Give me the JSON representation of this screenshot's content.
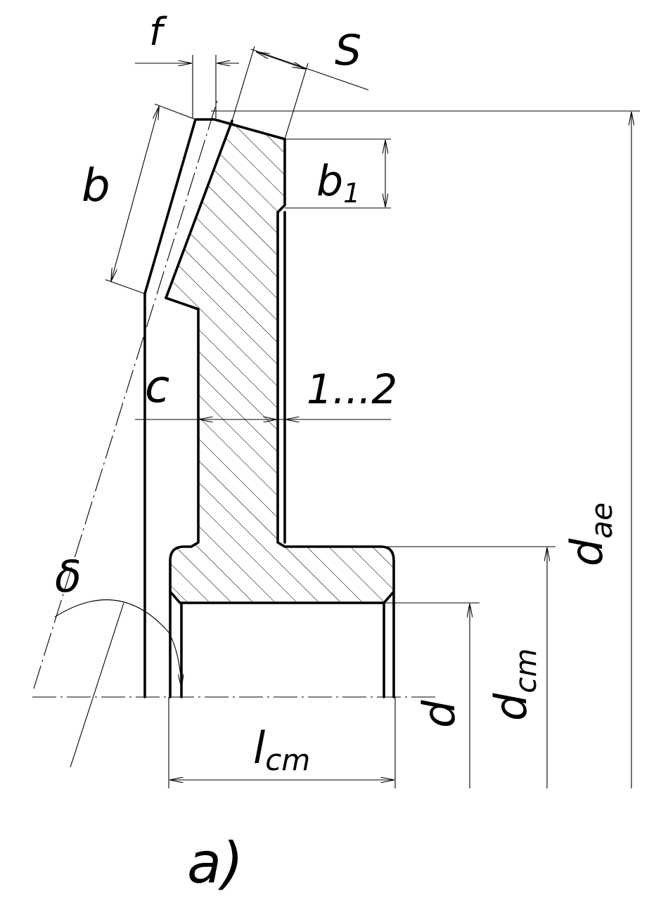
{
  "labels": {
    "f": "f",
    "s": "S",
    "b": "b",
    "b1_main": "b",
    "b1_sub": "1",
    "c": "c",
    "clearance": "1...2",
    "delta": "δ",
    "d": "d",
    "dcm_main": "d",
    "dcm_sub": "cm",
    "dae_main": "d",
    "dae_sub": "ae",
    "lcm_main": "l",
    "lcm_sub": "cm",
    "caption": "a)"
  },
  "colors": {
    "ink": "#000000",
    "paper": "#ffffff"
  }
}
